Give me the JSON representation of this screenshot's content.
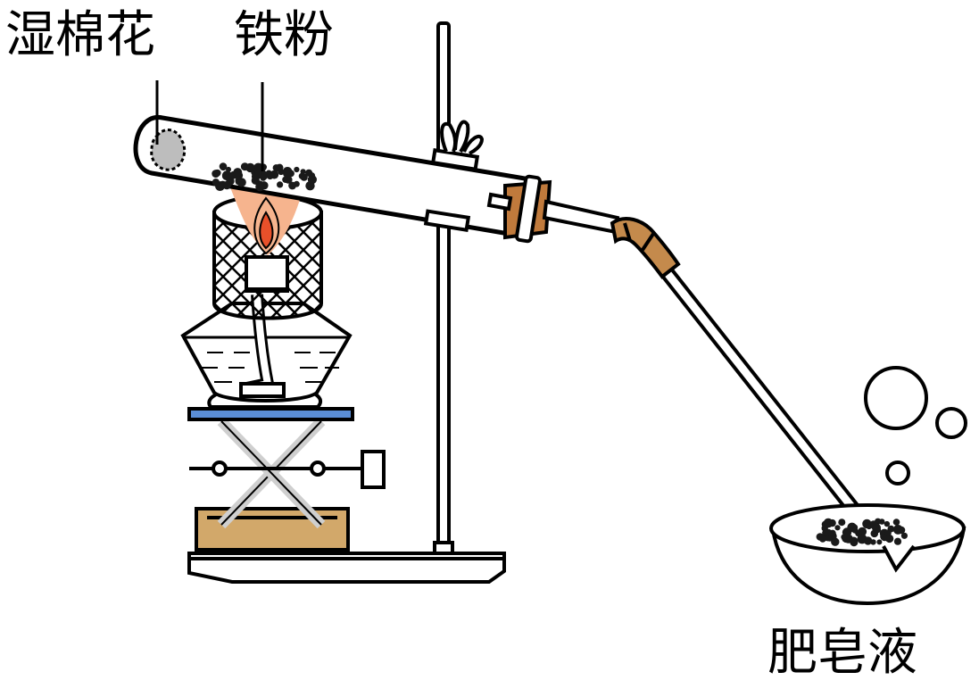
{
  "labels": {
    "wet_cotton": "湿棉花",
    "iron_powder": "铁粉",
    "soap_solution": "肥皂液"
  },
  "colors": {
    "line": "#000000",
    "cork": "#c07a3c",
    "rubber_tube": "#c48a4c",
    "flame_outer": "#f6b48e",
    "flame_inner": "#e8502a",
    "lab_jack_plate": "#5b8ed6",
    "jack_base": "#d2a86a",
    "scissor_arm": "#cfcfcf",
    "cotton": "#bdbdbd",
    "particles": "#1a1a1a"
  },
  "apparatus": {
    "icons": [
      "test-tube",
      "wet-cotton",
      "iron-powder",
      "alcohol-lamp",
      "wire-gauze",
      "iron-stand",
      "clamp",
      "cork-stopper",
      "delivery-tube",
      "rubber-tube",
      "lab-jack",
      "evaporating-dish",
      "bubbles"
    ]
  }
}
